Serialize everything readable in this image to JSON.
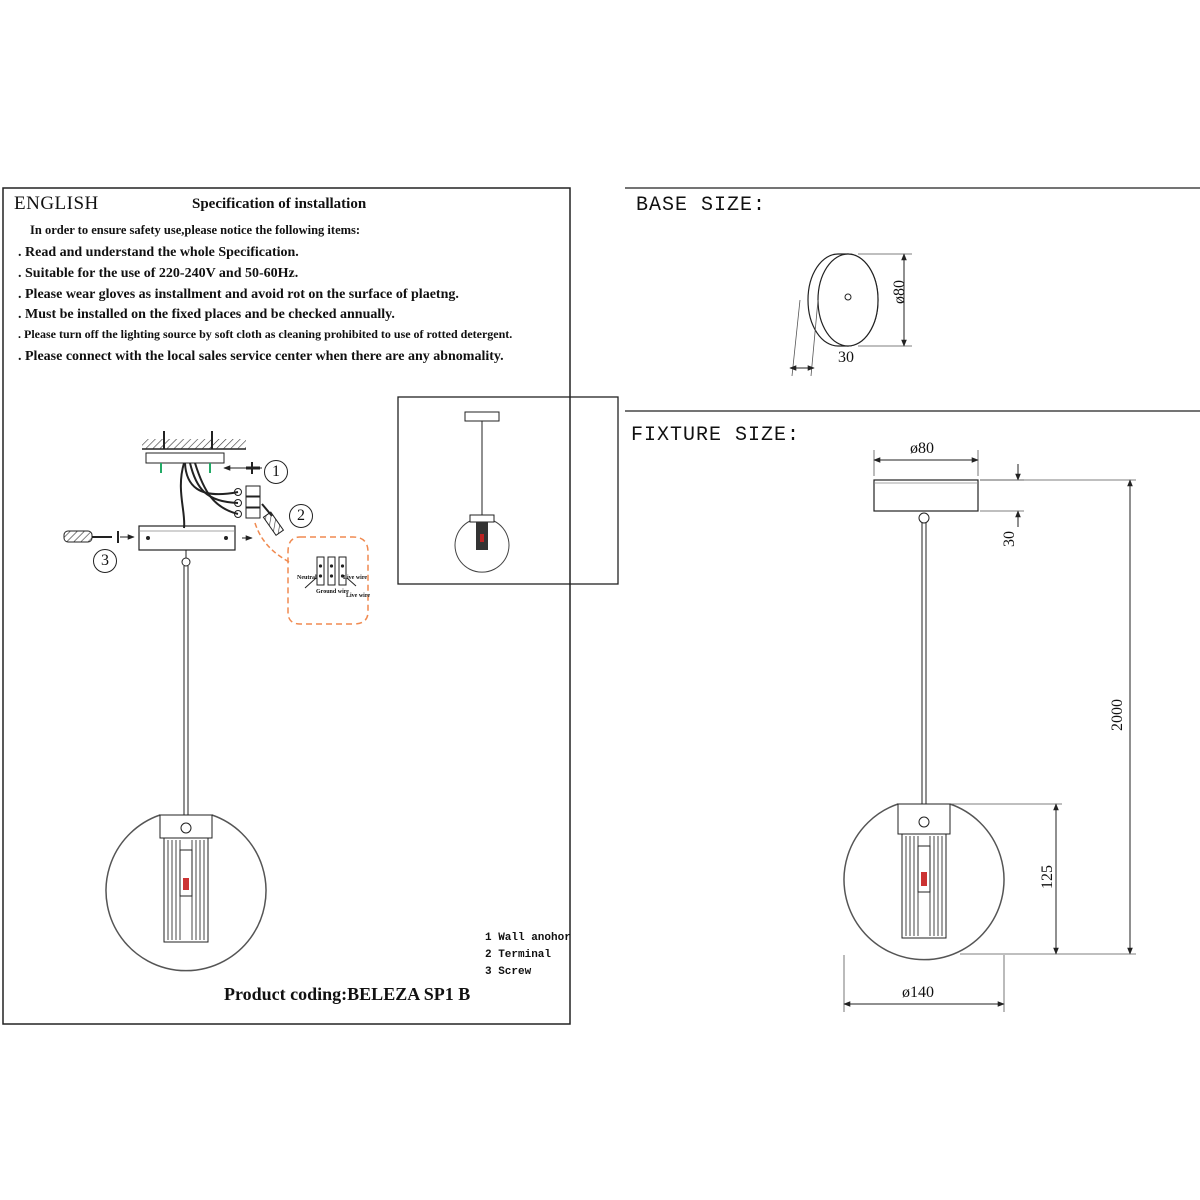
{
  "language": "ENGLISH",
  "spec_title": "Specification of installation",
  "intro": "In order to ensure safety use,please notice the following items:",
  "items": [
    "Read and understand the whole Specification.",
    "Suitable for the use of 220-240V and 50-60Hz.",
    "Please wear gloves as installment and avoid rot on the surface of plaetng.",
    "Must be installed on the fixed places and be checked annually.",
    "Please turn off the lighting source by soft cloth as cleaning prohibited to use of rotted detergent.",
    "Please connect with the local sales service center when there are any abnomality."
  ],
  "callouts": [
    "1",
    "2",
    "3"
  ],
  "wiring_labels": {
    "neutral": "Neutral",
    "ground": "Ground wire",
    "live1": "Live wire",
    "live2": "Live wire"
  },
  "legend": [
    "1 Wall anohor",
    "2 Terminal",
    "3 Screw"
  ],
  "product_code": "Product coding:BELEZA SP1 B",
  "base_size": {
    "title": "BASE SIZE:",
    "diameter": "ø80",
    "height": "30"
  },
  "fixture_size": {
    "title": "FIXTURE SIZE:",
    "base_diameter": "ø80",
    "base_height": "30",
    "total_height": "2000",
    "shade_height": "125",
    "shade_diameter": "ø140"
  }
}
